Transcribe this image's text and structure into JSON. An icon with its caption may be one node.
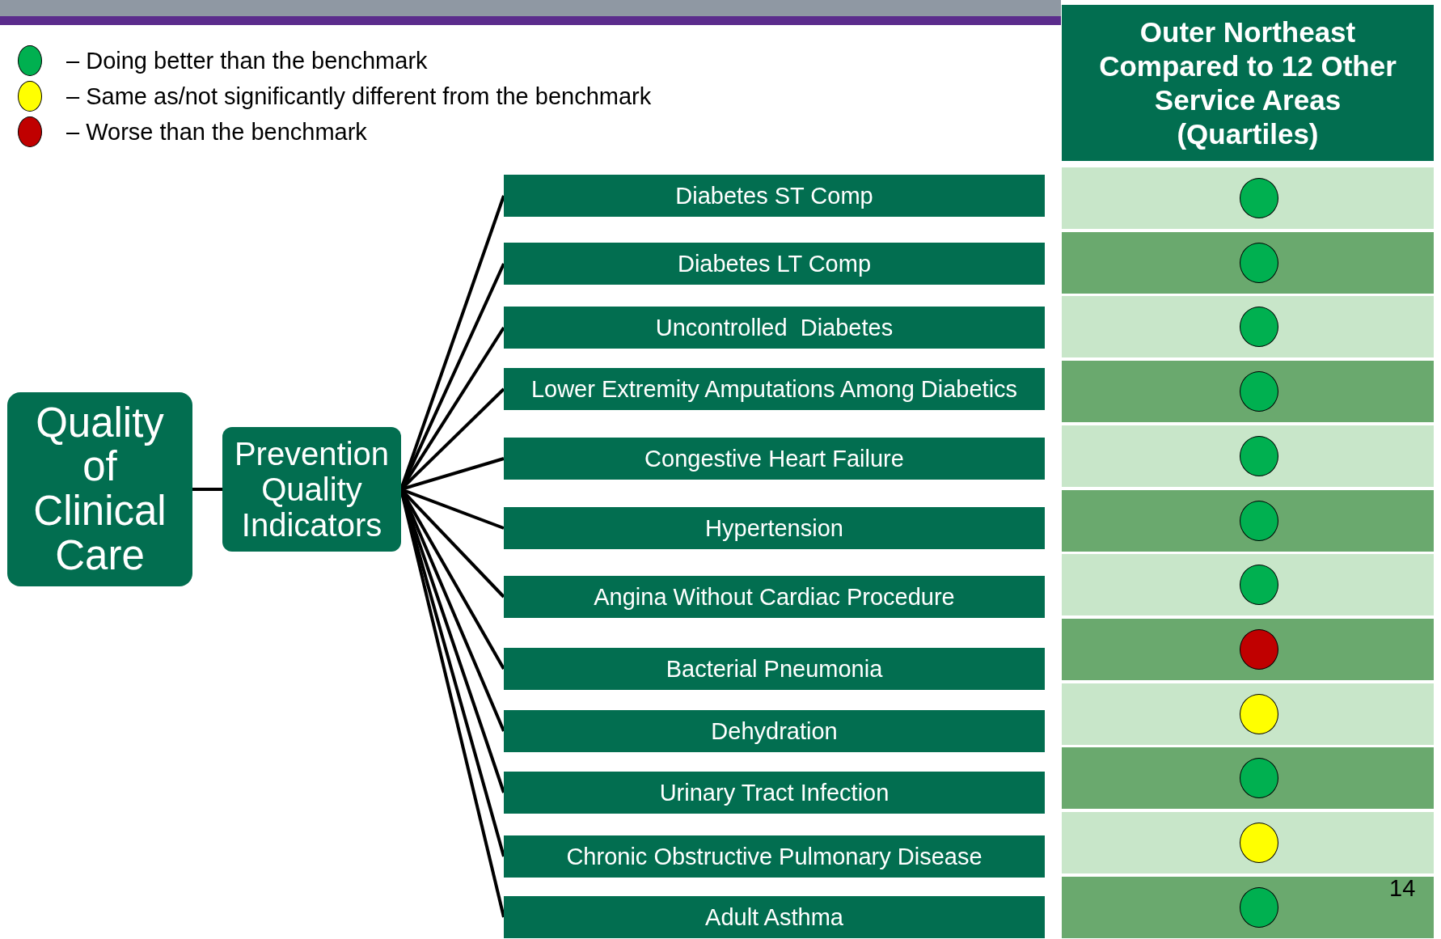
{
  "diagram": {
    "nodes": [
      {
        "text": [
          "Quality of Clinical Care"
        ]
      },
      {
        "text": [
          "Prevention Quality Indicators"
        ]
      },
      {
        "text": [
          "Diabetes ST Comp"
        ]
      },
      {
        "text": [
          "Diabetes LT Comp"
        ]
      },
      {
        "text": [
          "Uncontrolled  Diabetes"
        ]
      },
      {
        "text": [
          "Lower Extremity Amputations Among Diabetics"
        ]
      },
      {
        "text": [
          "Congestive Heart Failure"
        ]
      },
      {
        "text": [
          "Hypertension"
        ]
      },
      {
        "text": [
          "Angina Without Cardiac Procedure"
        ]
      },
      {
        "text": [
          "Bacterial Pneumonia"
        ]
      },
      {
        "text": [
          "Dehydration"
        ]
      },
      {
        "text": [
          "Urinary Tract Infection"
        ]
      },
      {
        "text": [
          "Chronic Obstructive Pulmonary Disease"
        ]
      },
      {
        "text": [
          "Adult Asthma"
        ]
      },
      {
        "text": [
          "Outer Northeast Compared to 12 Other Service Areas (Quartiles)"
        ]
      },
      {
        "text": [],
        "shape": "circle"
      },
      {
        "text": [],
        "shape": "circle"
      },
      {
        "text": [],
        "shape": "circle"
      },
      {
        "text": [],
        "shape": "circle"
      },
      {
        "text": [],
        "shape": "circle"
      },
      {
        "text": [],
        "shape": "circle"
      },
      {
        "text": [],
        "shape": "circle"
      },
      {
        "text": [],
        "shape": "circle"
      },
      {
        "text": [],
        "shape": "circle"
      },
      {
        "text": [],
        "shape": "circle"
      },
      {
        "text": [],
        "shape": "circle"
      },
      {
        "text": [],
        "shape": "circle"
      }
    ],
    "edges": [
      {
        "from": 0,
        "to": 1,
        "arrow": "none"
      },
      {
        "from": 1,
        "to": 2,
        "arrow": "none"
      },
      {
        "from": 1,
        "to": 3,
        "arrow": "none"
      },
      {
        "from": 1,
        "to": 4,
        "arrow": "none"
      },
      {
        "from": 1,
        "to": 5,
        "arrow": "none"
      },
      {
        "from": 1,
        "to": 6,
        "arrow": "none"
      },
      {
        "from": 1,
        "to": 7,
        "arrow": "none"
      },
      {
        "from": 1,
        "to": 8,
        "arrow": "none"
      },
      {
        "from": 1,
        "to": 9,
        "arrow": "none"
      },
      {
        "from": 1,
        "to": 10,
        "arrow": "none"
      },
      {
        "from": 1,
        "to": 11,
        "arrow": "none"
      },
      {
        "from": 1,
        "to": 12,
        "arrow": "none"
      },
      {
        "from": 1,
        "to": 13,
        "arrow": "none"
      }
    ],
    "labels": [
      "14"
    ],
    "legend": [
      {
        "text": "– Doing better than the benchmark",
        "color": "#00b050"
      },
      {
        "text": "– Same as/not significantly different from the benchmark",
        "color": "#ffff00"
      },
      {
        "text": "– Worse than the benchmark",
        "color": "#c00000"
      }
    ]
  }
}
